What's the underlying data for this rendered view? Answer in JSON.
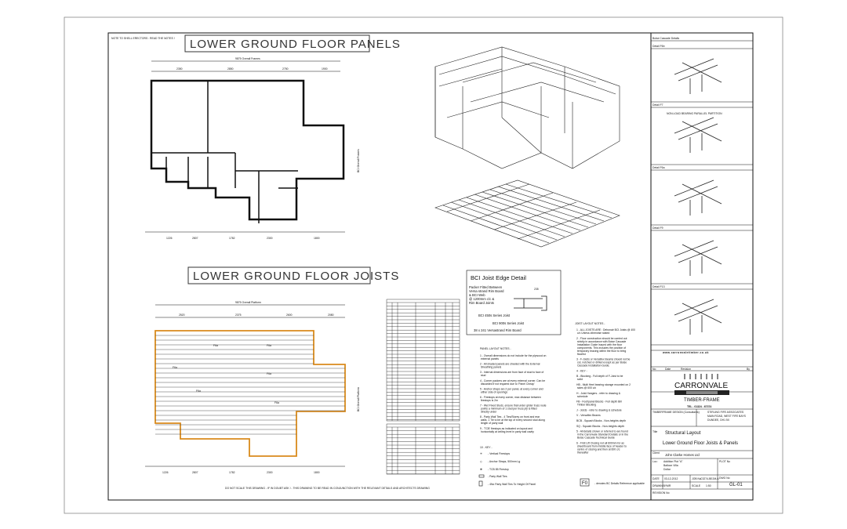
{
  "sheet": {
    "note_to_erectors": "NOTE TO SHELL ERECTORS : READ THE NOTES !",
    "footer_note": "DO NOT SCALE THIS DRAWING - IF IN DOUBT ASK ! - THIS DRAWING TO BE READ IN CONJUNCTION WITH THE RELEVANT DETAILS AND ARCHITECTS DRAWING"
  },
  "panels_plan": {
    "title": "LOWER GROUND FLOOR PANELS",
    "overall_dimension": "9875 Overall Frames",
    "dimensions": [
      "2350",
      "2850",
      "2750",
      "1900"
    ],
    "side_label": "BCI Overall Frames"
  },
  "joists_plan": {
    "title": "LOWER GROUND FLOOR JOISTS",
    "overall_dimension": "9875 Overall Platform",
    "dimensions": [
      "2520",
      "2375",
      "2600",
      "2080"
    ],
    "bottom_dimensions": [
      "1226",
      "2807",
      "1782",
      "2300",
      "1800"
    ],
    "side_label": "BCI Overall Platform",
    "labels": [
      "F6a",
      "F6a",
      "F6a",
      "F6a",
      "F6a",
      "F6a"
    ],
    "colors": {
      "rim": "#d98a1c",
      "joist": "#555555"
    }
  },
  "bci_detail": {
    "title": "BCI Joist Edge Detail",
    "callouts": [
      "Packer Fitted Between",
      "Versa strand Rim Board",
      "& BCI Web",
      "@ 1200mm c/c &",
      "Rim Board Joints",
      "BCI 450s Series Joist",
      "BCI 900s Series Joist",
      "38 x 241 Versastrand Rim Board"
    ],
    "dim": "235"
  },
  "panel_notes": {
    "heading": "PANEL LAYOUT NOTES -",
    "items": [
      "1 - Overall dimensions do not include for the plywood on external panels",
      "2 - All shaded panels are sheeted with the External Sheathing panels",
      "3 - Internal dimensions are from face of stud to face of stud",
      "4 - Corner packers are at every external corner. Can be discarded if not required due to 'Panel Cheap'",
      "5 - Anchor straps are 2 per panel, at every corner and either side of openings",
      "6 - Firestops at every corner, max distance between firestops is 2m",
      "7 - Wet Fixed Studs, ensure that under girder truss node points a minimum of 1 stud per truss ply is fitted directly under",
      "8 - Party Wall Ties - 4 Ties/Storey on front and rear walls. 1 Tie to be at the top of every second stud along length of party wall",
      "9 - 'TCB' firestops as indicated on layout and horizontally at ceiling level in party wall cavity"
    ],
    "key_heading": "10 - KEY -",
    "key": [
      "- Vertical Firestops",
      "- Anchor Straps, 500mm Lg",
      "- TCB 85 Firestop",
      "- Party Wall Ties",
      "- 4No Party Wall Ties To Height Of Panel"
    ]
  },
  "joist_notes": {
    "heading": "JOIST LAYOUT NOTES -",
    "items": [
      "1 - ALL JOISTS ARE : Debonair BCI Joists @ 400 c/c Unless otherwise stated",
      "2 - Floor construction should be carried out strictly in accordance with Boise Cascade Installation Guide Issued with the floor components. This includes the position of temporary bracing within the floor to bring floorlist",
      "3 - F-Joists or Versaflex Beams should not be cut, notched or drilled except as per Boise Cascade Installation Guide.",
      "4 - KEY -",
      "B - Blocking - Full depth of F-Joist to be solid",
      "HB - Multi Heel bearing storage mounted on 2 sides @ 600 c/c",
      "H - Joist Hangers - refer to drawing & schedule",
      "FB - Foot/panel Blocks - Full depth Bill Timber Blocking",
      "J - Joists - refer to drawing & schedule",
      "V - Versaflex Beams",
      "BCB - Squash Blocks - Non-heights depth",
      "SQ - Squash Blocks - Non-heights depth",
      "5 - All details shown or referred to are found in the Carronvale Standard Details or in the Boise Cascade Technical Guide",
      "6 - First Lift Closing not all 600mm for as sheet/board from middle face of header to centre of closing and then at 600 c/c thereafter"
    ],
    "detail_tag": "F0",
    "detail_note": "- denotes BC Details Reference applicable"
  },
  "details_column": {
    "heading": "Boise Cascade Details",
    "details": [
      "Detail F6b",
      "Detail F7",
      "Detail F6a",
      "Detail F9",
      "Detail F13"
    ],
    "f7_caption": "NON-LOAD BEARING PARALLEL PARTITION"
  },
  "title_block": {
    "website": "www.carronvaletimber.co.uk",
    "rev_headers": [
      "No",
      "Date",
      "Revision",
      "By"
    ],
    "logo_name": "CARRONVALE",
    "logo_sub": "TIMBER-FRAME",
    "tel": "TEL - 01324 - 67374",
    "address_left": "TIMBERFRAME DESIGN (Consultants)",
    "address_right": [
      "STIRLING FIFE ASSOCIATES",
      "MAIN ROAD, WEST FIFE BAYS",
      "DUNDEE, DH1 5X"
    ],
    "title_label": "Title",
    "title_1": "Structural Layout",
    "title_2": "Lower Ground Floor Joists & Panels",
    "client_label": "Client",
    "client": "John Clarke Homes Ltd",
    "site_label": "Loc :",
    "site_lines": [
      "Addition Plot \"A\"",
      "Balloon Villa",
      "Dollar"
    ],
    "plot_label": "PLOT No",
    "date_label": "DATE",
    "date": "03-12-2012",
    "job_label": "JOB No",
    "job": "C3274-BEJM-A",
    "dwg_label": "DWG No",
    "dwg": "GL-01",
    "drawn_label": "DRAWN BY",
    "drawn": "MR",
    "scale_label": "SCALE",
    "scale": "1:50",
    "revision_label": "REVISION No"
  }
}
